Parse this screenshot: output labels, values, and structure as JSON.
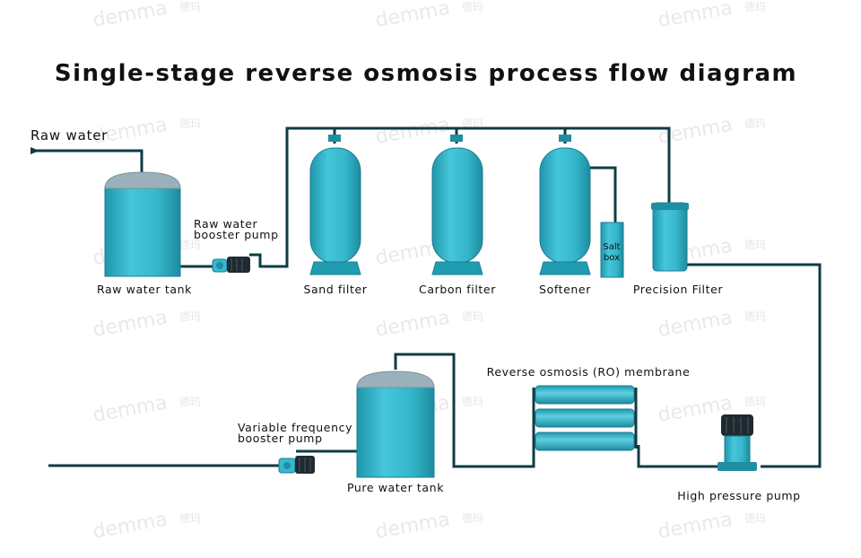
{
  "title": "Single-stage reverse osmosis process flow diagram",
  "labels": {
    "raw_water": "Raw water",
    "raw_water_tank": "Raw water tank",
    "booster_pump_line1": "Raw water",
    "booster_pump_line2": "booster pump",
    "sand_filter": "Sand filter",
    "carbon_filter": "Carbon filter",
    "softener": "Softener",
    "salt_box_line1": "Salt",
    "salt_box_line2": "box",
    "precision_filter": "Precision Filter",
    "ro_membrane": "Reverse osmosis (RO) membrane",
    "high_pressure_pump": "High pressure pump",
    "pure_water_tank": "Pure water tank",
    "vf_pump_line1": "Variable frequency",
    "vf_pump_line2": "booster pump"
  },
  "watermark": {
    "brand": "demma",
    "brand_cn": "德玛"
  },
  "colors": {
    "vessel": "#35b9cf",
    "vessel_dark": "#1e8ea3",
    "pipe": "#0f3b46",
    "dome": "#9ab1bb",
    "pump": "#1f2a30"
  }
}
